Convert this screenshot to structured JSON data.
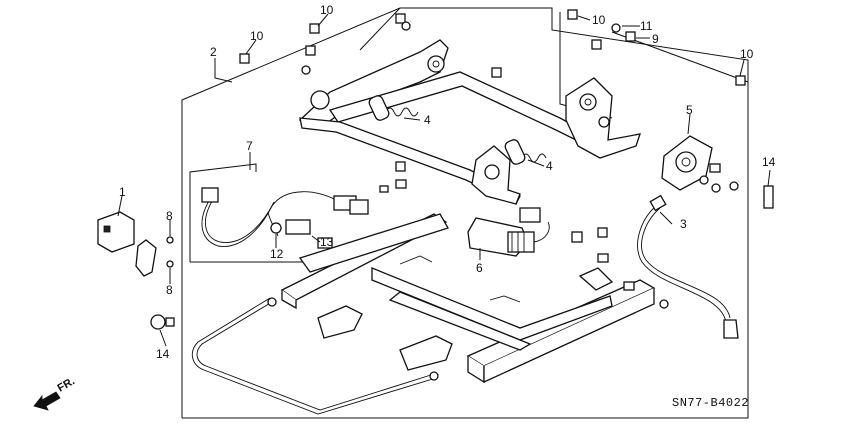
{
  "callouts": [
    {
      "id": "c1",
      "label": "1"
    },
    {
      "id": "c2",
      "label": "2"
    },
    {
      "id": "c3",
      "label": "3"
    },
    {
      "id": "c4a",
      "label": "4"
    },
    {
      "id": "c4b",
      "label": "4"
    },
    {
      "id": "c5",
      "label": "5"
    },
    {
      "id": "c6",
      "label": "6"
    },
    {
      "id": "c7",
      "label": "7"
    },
    {
      "id": "c8a",
      "label": "8"
    },
    {
      "id": "c8b",
      "label": "8"
    },
    {
      "id": "c9",
      "label": "9"
    },
    {
      "id": "c10a",
      "label": "10"
    },
    {
      "id": "c10b",
      "label": "10"
    },
    {
      "id": "c10c",
      "label": "10"
    },
    {
      "id": "c10d",
      "label": "10"
    },
    {
      "id": "c11",
      "label": "11"
    },
    {
      "id": "c12",
      "label": "12"
    },
    {
      "id": "c13",
      "label": "13"
    },
    {
      "id": "c14a",
      "label": "14"
    },
    {
      "id": "c14b",
      "label": "14"
    }
  ],
  "diagram_code": "SN77-B4022",
  "direction_label": "FR."
}
